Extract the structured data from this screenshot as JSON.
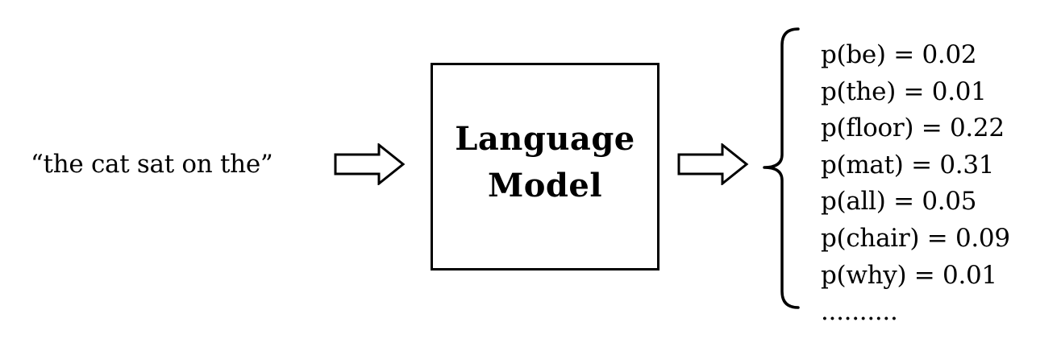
{
  "input": {
    "text": "“the cat sat on the”"
  },
  "model": {
    "line1": "Language",
    "line2": "Model"
  },
  "output": {
    "probabilities": [
      "p(be) = 0.02",
      "p(the) = 0.01",
      "p(floor) = 0.22",
      "p(mat) = 0.31",
      "p(all) = 0.05",
      "p(chair) = 0.09",
      "p(why) = 0.01",
      ".........."
    ]
  }
}
